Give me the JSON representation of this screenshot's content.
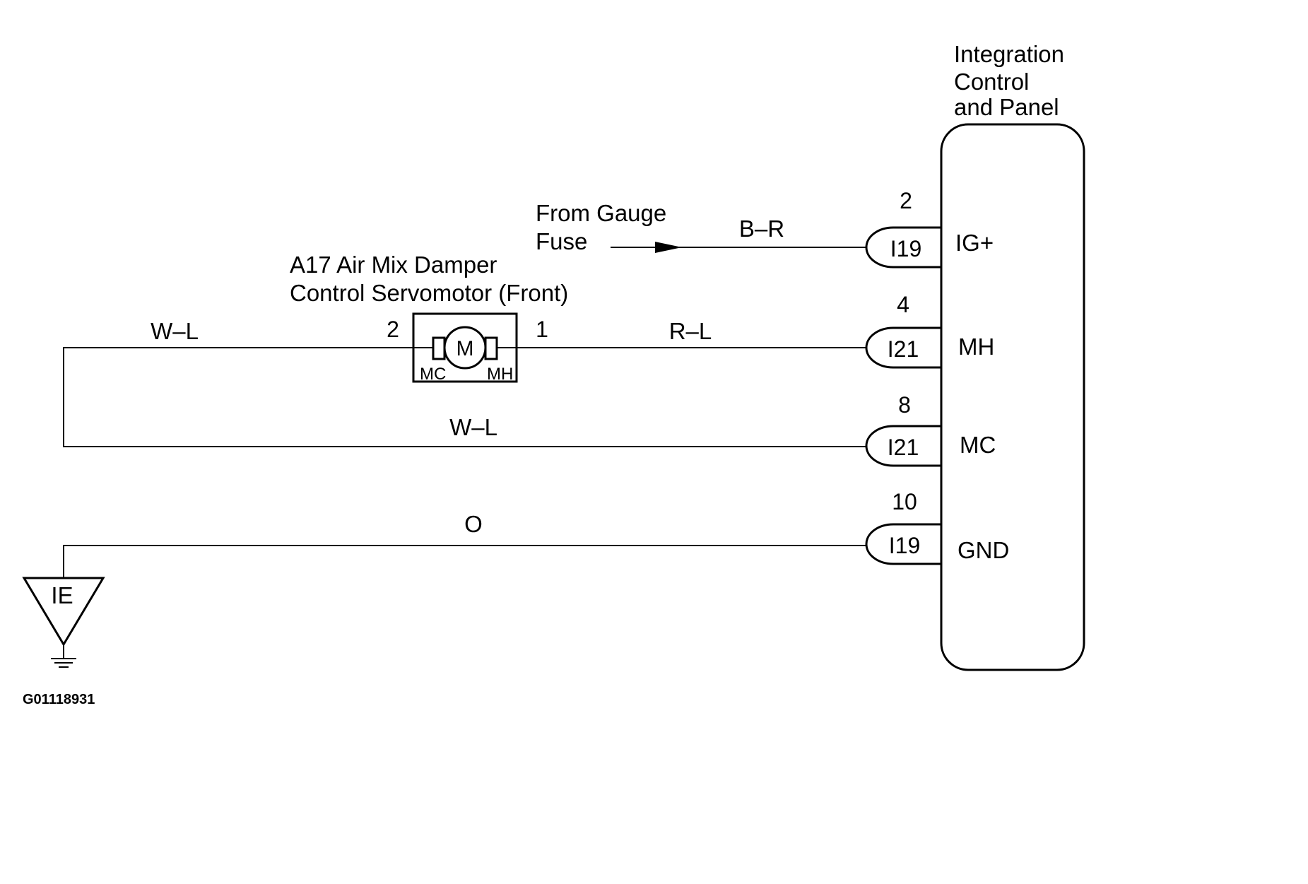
{
  "module": {
    "title_lines": [
      "Integration",
      "Control",
      "and Panel"
    ],
    "terminals": [
      {
        "pin": "2",
        "connector": "I19",
        "name": "IG+"
      },
      {
        "pin": "4",
        "connector": "I21",
        "name": "MH"
      },
      {
        "pin": "8",
        "connector": "I21",
        "name": "MC"
      },
      {
        "pin": "10",
        "connector": "I19",
        "name": "GND"
      }
    ]
  },
  "source": {
    "lines": [
      "From Gauge",
      "Fuse"
    ]
  },
  "motor": {
    "title_lines": [
      "A17 Air Mix Damper",
      "Control Servomotor (Front)"
    ],
    "symbol": "M",
    "left_pin": "2",
    "right_pin": "1",
    "left_label": "MC",
    "right_label": "MH"
  },
  "wires": {
    "ig": "B–R",
    "mh": "R–L",
    "motor_left": "W–L",
    "mc": "W–L",
    "gnd": "O"
  },
  "ground": {
    "label": "IE"
  },
  "figure_code": "G01118931"
}
